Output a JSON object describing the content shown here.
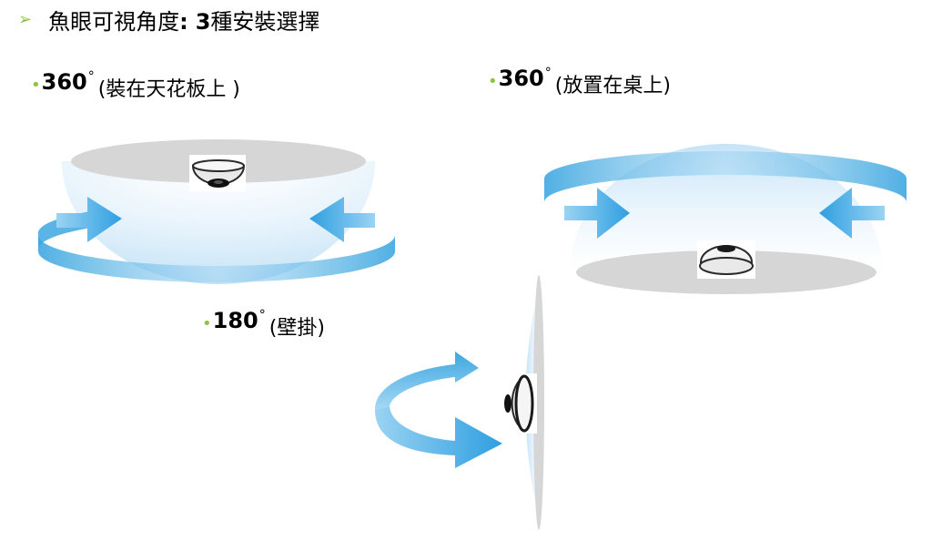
{
  "title": {
    "bullet": "➢",
    "prefix": "魚眼可視角度",
    "colon": ":",
    "number": "3",
    "suffix": "種安裝選擇"
  },
  "views": [
    {
      "bullet": "•",
      "angle": "360",
      "degree": "°",
      "caption": "(裝在天花板上 )"
    },
    {
      "bullet": "•",
      "angle": "360",
      "degree": "°",
      "caption": "(放置在桌上)"
    },
    {
      "bullet": "•",
      "angle": "180",
      "degree": "°",
      "caption": "(壁掛)"
    }
  ],
  "colors": {
    "bullet_green": "#8cc63f",
    "arrow_blue": "#3fa9e0",
    "dome_blue": "#cfe8f8",
    "surface_gray": "#d3d3d3",
    "camera_dark": "#1a1a1a"
  }
}
